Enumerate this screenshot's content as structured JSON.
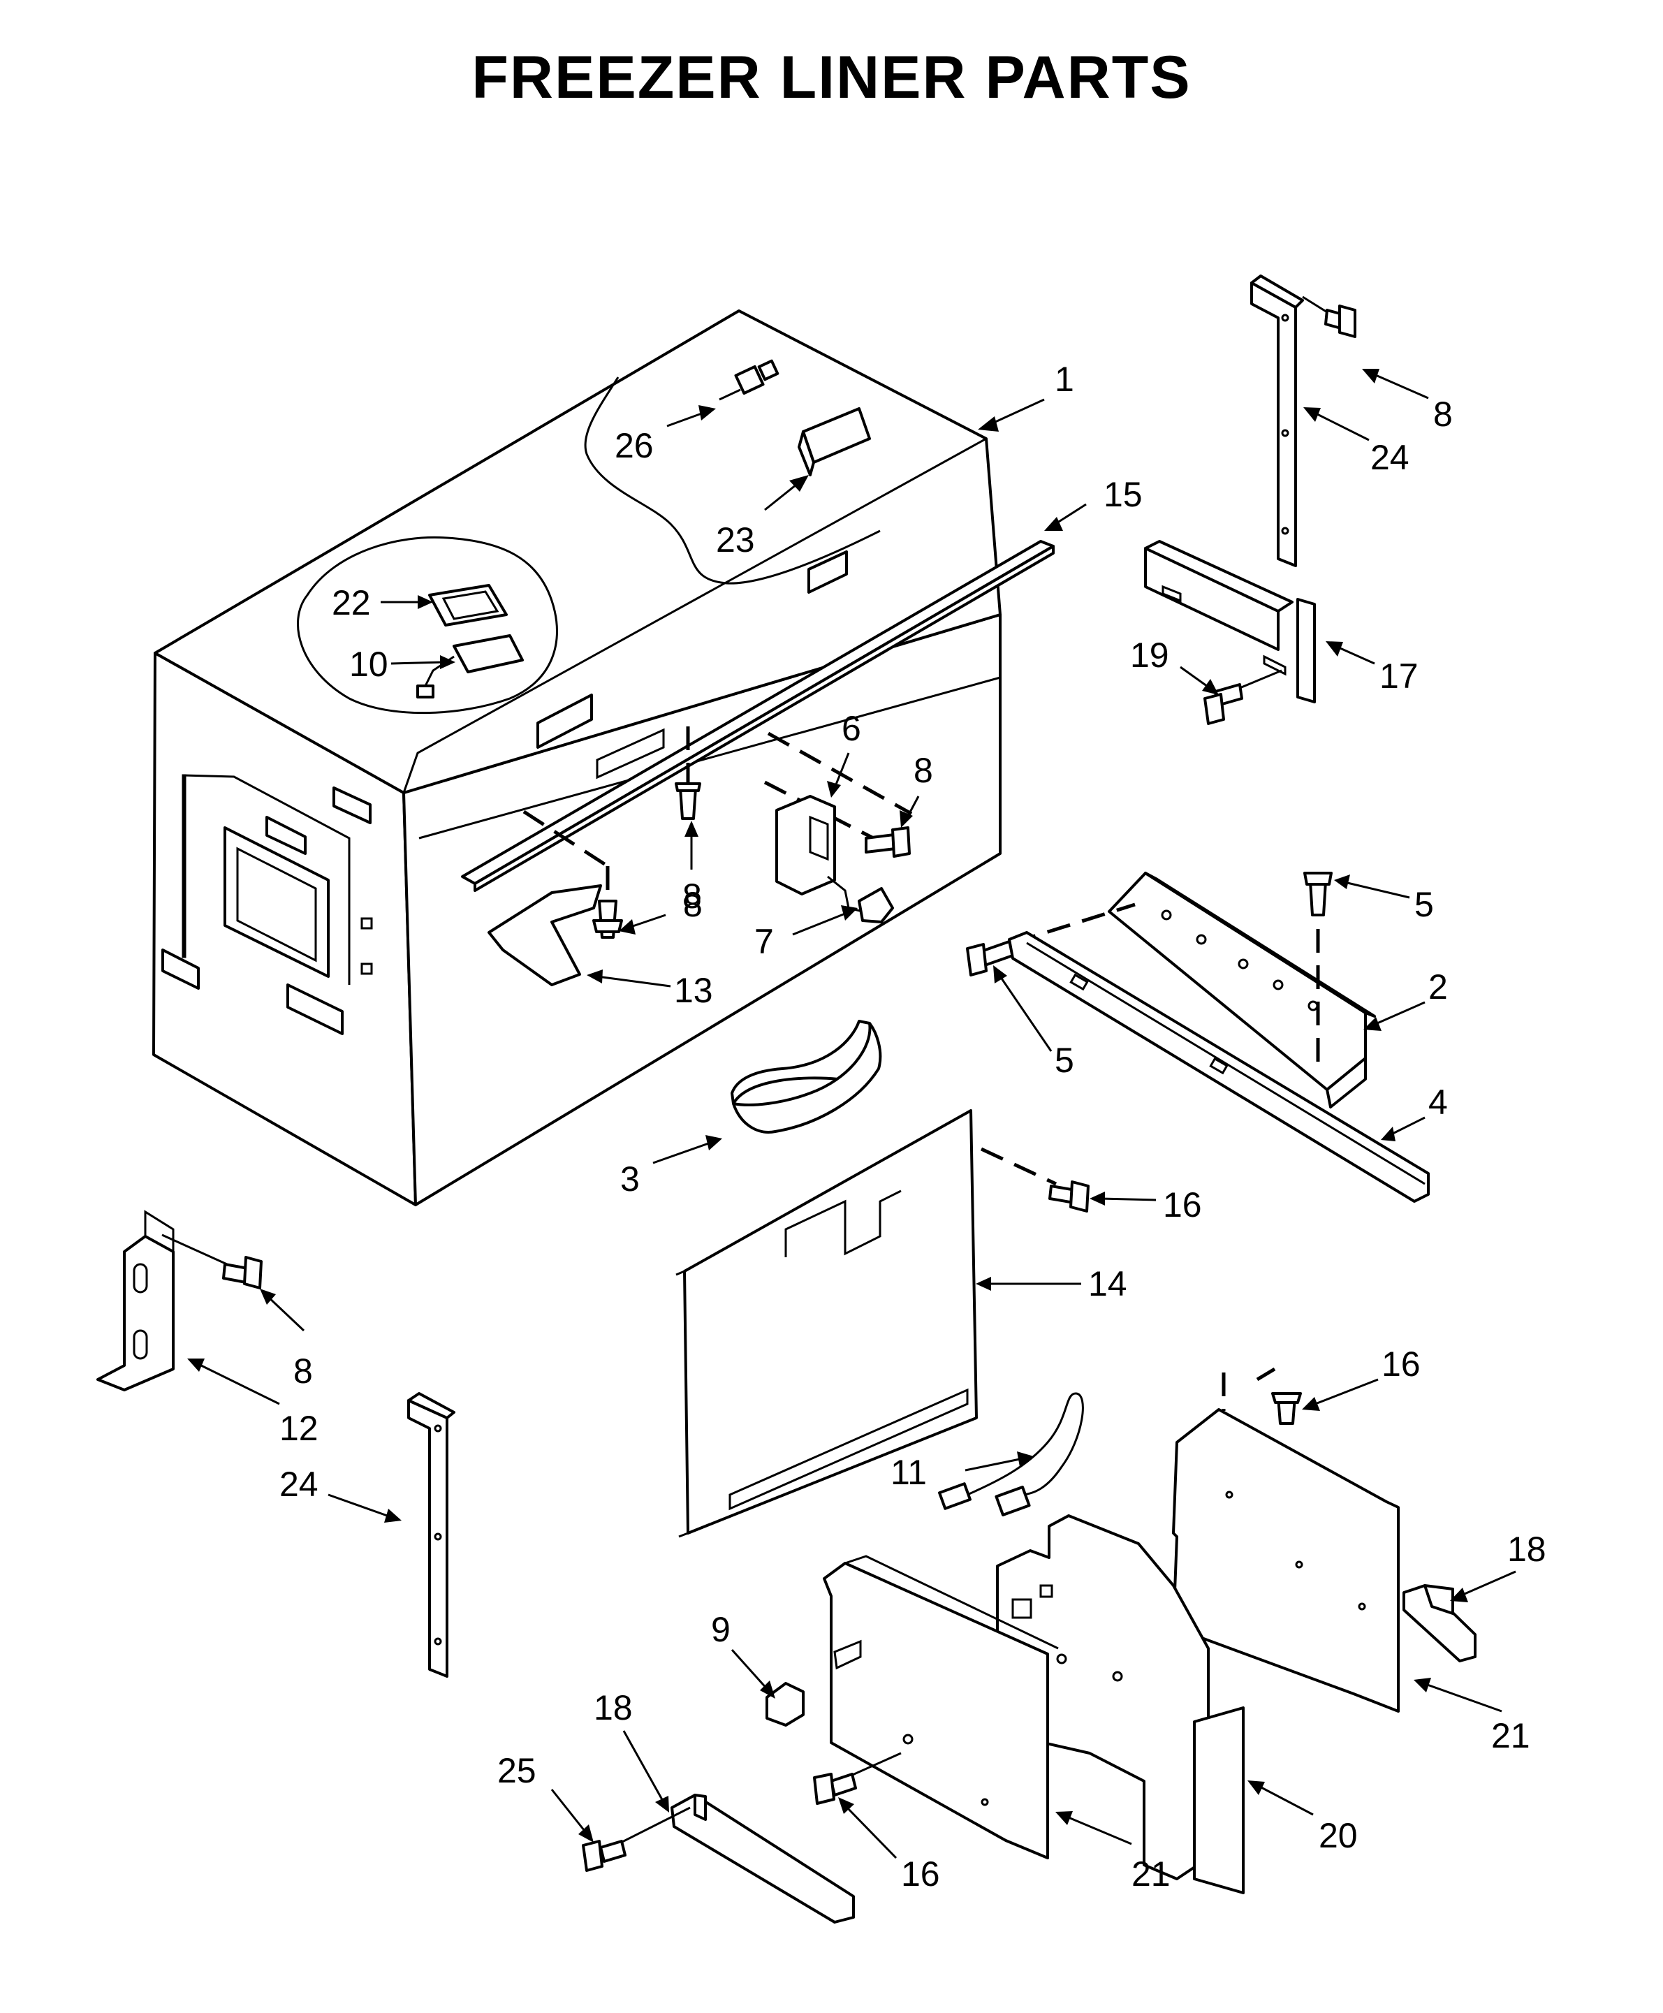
{
  "title": "FREEZER LINER PARTS",
  "callouts": [
    {
      "id": "c-1",
      "label": "1"
    },
    {
      "id": "c-26",
      "label": "26"
    },
    {
      "id": "c-23",
      "label": "23"
    },
    {
      "id": "c-15",
      "label": "15"
    },
    {
      "id": "c-22",
      "label": "22"
    },
    {
      "id": "c-10",
      "label": "10"
    },
    {
      "id": "c-6",
      "label": "6"
    },
    {
      "id": "c-8a",
      "label": "8"
    },
    {
      "id": "c-8b",
      "label": "8"
    },
    {
      "id": "c-8c",
      "label": "8"
    },
    {
      "id": "c-7",
      "label": "7"
    },
    {
      "id": "c-13",
      "label": "13"
    },
    {
      "id": "c-8top",
      "label": "8"
    },
    {
      "id": "c-24top",
      "label": "24"
    },
    {
      "id": "c-19",
      "label": "19"
    },
    {
      "id": "c-17",
      "label": "17"
    },
    {
      "id": "c-5a",
      "label": "5"
    },
    {
      "id": "c-2",
      "label": "2"
    },
    {
      "id": "c-5b",
      "label": "5"
    },
    {
      "id": "c-4",
      "label": "4"
    },
    {
      "id": "c-3",
      "label": "3"
    },
    {
      "id": "c-16a",
      "label": "16"
    },
    {
      "id": "c-14",
      "label": "14"
    },
    {
      "id": "c-8d",
      "label": "8"
    },
    {
      "id": "c-12",
      "label": "12"
    },
    {
      "id": "c-24b",
      "label": "24"
    },
    {
      "id": "c-16b",
      "label": "16"
    },
    {
      "id": "c-11",
      "label": "11"
    },
    {
      "id": "c-18a",
      "label": "18"
    },
    {
      "id": "c-9",
      "label": "9"
    },
    {
      "id": "c-18b",
      "label": "18"
    },
    {
      "id": "c-25",
      "label": "25"
    },
    {
      "id": "c-16c",
      "label": "16"
    },
    {
      "id": "c-21a",
      "label": "21"
    },
    {
      "id": "c-21b",
      "label": "21"
    },
    {
      "id": "c-20",
      "label": "20"
    }
  ]
}
